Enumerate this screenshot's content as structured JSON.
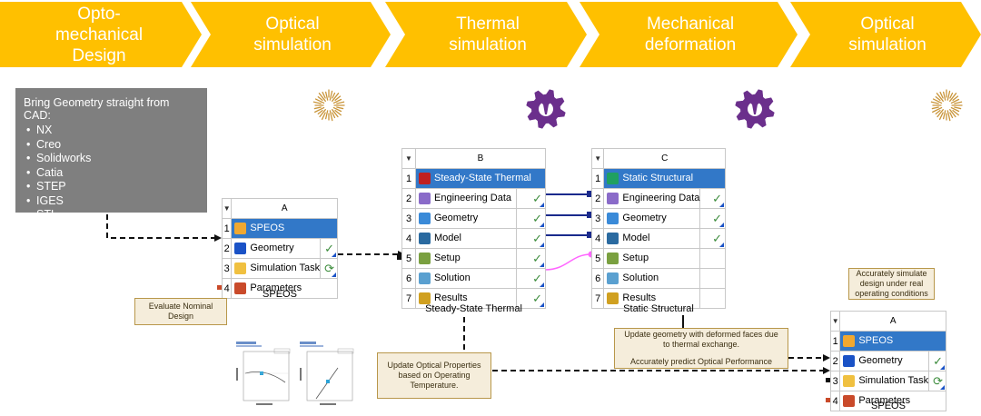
{
  "pipeline": [
    {
      "label": "Opto-\nmechanical\nDesign"
    },
    {
      "label": "Optical\nsimulation"
    },
    {
      "label": "Thermal\nsimulation"
    },
    {
      "label": "Mechanical\ndeformation"
    },
    {
      "label": "Optical\nsimulation"
    }
  ],
  "colors": {
    "chevron": "#ffc000",
    "title_row": "#3278c8",
    "connector": "#1a2a8c",
    "pink_connector": "#ff66ff",
    "note_bg": "#f5eddb"
  },
  "cad": {
    "heading": "Bring Geometry straight from CAD:",
    "items": [
      "NX",
      "Creo",
      "Solidworks",
      "Catia",
      "STEP",
      "IGES",
      "STL"
    ]
  },
  "speos_a": {
    "column": "A",
    "caption": "SPEOS",
    "rows": [
      {
        "num": "1",
        "label": "SPEOS",
        "icon": "speos-icon",
        "status": ""
      },
      {
        "num": "2",
        "label": "Geometry",
        "icon": "sc-geometry-icon",
        "status": "✓"
      },
      {
        "num": "3",
        "label": "Simulation Task",
        "icon": "simulation-task-icon",
        "status": "⟳"
      },
      {
        "num": "4",
        "label": "Parameters",
        "icon": "parameters-icon",
        "status": ""
      }
    ]
  },
  "thermal_b": {
    "column": "B",
    "caption": "Steady-State Thermal",
    "rows": [
      {
        "num": "1",
        "label": "Steady-State Thermal",
        "icon": "thermal-icon",
        "status": ""
      },
      {
        "num": "2",
        "label": "Engineering Data",
        "icon": "engineering-data-icon",
        "status": "✓"
      },
      {
        "num": "3",
        "label": "Geometry",
        "icon": "geometry-icon",
        "status": "✓"
      },
      {
        "num": "4",
        "label": "Model",
        "icon": "model-icon",
        "status": "✓"
      },
      {
        "num": "5",
        "label": "Setup",
        "icon": "setup-icon",
        "status": "✓"
      },
      {
        "num": "6",
        "label": "Solution",
        "icon": "solution-icon",
        "status": "✓"
      },
      {
        "num": "7",
        "label": "Results",
        "icon": "results-icon",
        "status": "✓"
      }
    ]
  },
  "structural_c": {
    "column": "C",
    "caption": "Static Structural",
    "rows": [
      {
        "num": "1",
        "label": "Static Structural",
        "icon": "structural-icon",
        "status": ""
      },
      {
        "num": "2",
        "label": "Engineering Data",
        "icon": "engineering-data-icon",
        "status": "✓"
      },
      {
        "num": "3",
        "label": "Geometry",
        "icon": "geometry-icon",
        "status": "✓"
      },
      {
        "num": "4",
        "label": "Model",
        "icon": "model-icon",
        "status": "✓"
      },
      {
        "num": "5",
        "label": "Setup",
        "icon": "setup-icon",
        "status": ""
      },
      {
        "num": "6",
        "label": "Solution",
        "icon": "solution-icon",
        "status": ""
      },
      {
        "num": "7",
        "label": "Results",
        "icon": "results-icon",
        "status": ""
      }
    ]
  },
  "speos_final": {
    "column": "A",
    "caption": "SPEOS",
    "rows": [
      {
        "num": "1",
        "label": "SPEOS",
        "icon": "speos-icon",
        "status": ""
      },
      {
        "num": "2",
        "label": "Geometry",
        "icon": "sc-geometry-icon",
        "status": "✓"
      },
      {
        "num": "3",
        "label": "Simulation Task",
        "icon": "simulation-task-icon",
        "status": "⟳"
      },
      {
        "num": "4",
        "label": "Parameters",
        "icon": "parameters-icon",
        "status": ""
      }
    ]
  },
  "notes": {
    "evaluate": "Evaluate Nominal Design",
    "update_optical": "Update Optical Properties based on Operating Temperature.",
    "update_geometry": "Update geometry with deformed faces due to thermal exchange.",
    "predict": "Accurately predict Optical Performance",
    "accurately": "Accurately simulate design under real operating conditions"
  }
}
